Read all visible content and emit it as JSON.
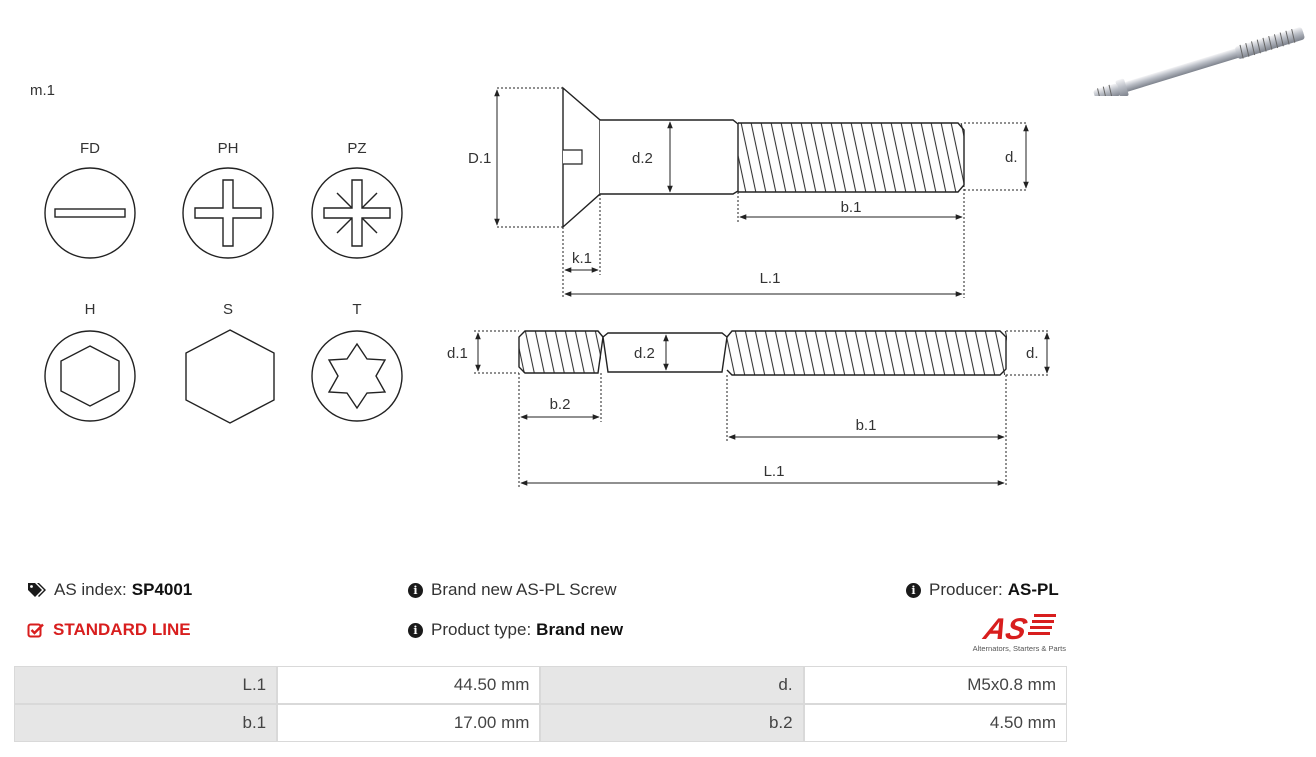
{
  "diagram": {
    "model_label": "m.1",
    "head_types": {
      "fd": "FD",
      "ph": "PH",
      "pz": "PZ",
      "h": "H",
      "s": "S",
      "t": "T"
    },
    "screw_dims": {
      "D1": "D.1",
      "d2": "d.2",
      "d": "d.",
      "b1": "b.1",
      "k1": "k.1",
      "L1": "L.1"
    },
    "stud_dims": {
      "d1": "d.1",
      "d2": "d.2",
      "d": "d.",
      "b2": "b.2",
      "b1": "b.1",
      "L1": "L.1"
    }
  },
  "info": {
    "as_index_label": "AS index:",
    "as_index_value": "SP4001",
    "standard_line": "STANDARD LINE",
    "description": "Brand new AS-PL Screw",
    "product_type_label": "Product type:",
    "product_type_value": "Brand new",
    "producer_label": "Producer:",
    "producer_value": "AS-PL"
  },
  "logo": {
    "text": "AS",
    "tagline": "Alternators, Starters & Parts",
    "color": "#d81e1e"
  },
  "specs": [
    {
      "label1": "L.1",
      "value1": "44.50 mm",
      "label2": "d.",
      "value2": "M5x0.8 mm"
    },
    {
      "label1": "b.1",
      "value1": "17.00 mm",
      "label2": "b.2",
      "value2": "4.50 mm"
    }
  ],
  "icons": [
    "tags-icon",
    "check-square-icon",
    "info-icon"
  ]
}
